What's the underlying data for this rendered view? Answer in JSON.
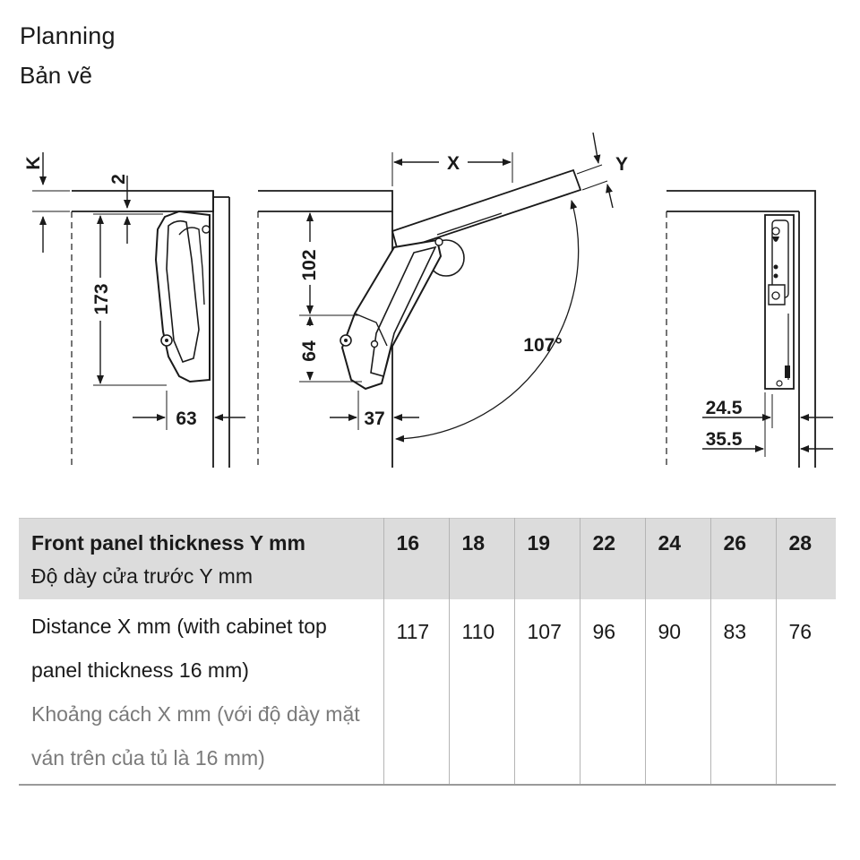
{
  "heading": {
    "title": "Planning",
    "subtitle": "Bản vẽ"
  },
  "diagram": {
    "dimensions": {
      "k": "K",
      "top_gap": "2",
      "height_173": "173",
      "depth_63": "63",
      "height_102": "102",
      "height_64": "64",
      "depth_37": "37",
      "x": "X",
      "y": "Y",
      "angle": "107°",
      "offset_24_5": "24.5",
      "offset_35_5": "35.5"
    }
  },
  "table": {
    "header": {
      "label_en": "Front panel thickness Y mm",
      "label_vi": "Độ dày cửa trước Y mm",
      "values": [
        "16",
        "18",
        "19",
        "22",
        "24",
        "26",
        "28"
      ]
    },
    "row": {
      "label_en": "Distance X mm (with cabinet top panel thickness 16 mm)",
      "label_vi": "Khoảng cách X mm (với độ dày mặt ván trên của tủ là 16 mm)",
      "values": [
        "117",
        "110",
        "107",
        "96",
        "90",
        "83",
        "76"
      ]
    }
  }
}
